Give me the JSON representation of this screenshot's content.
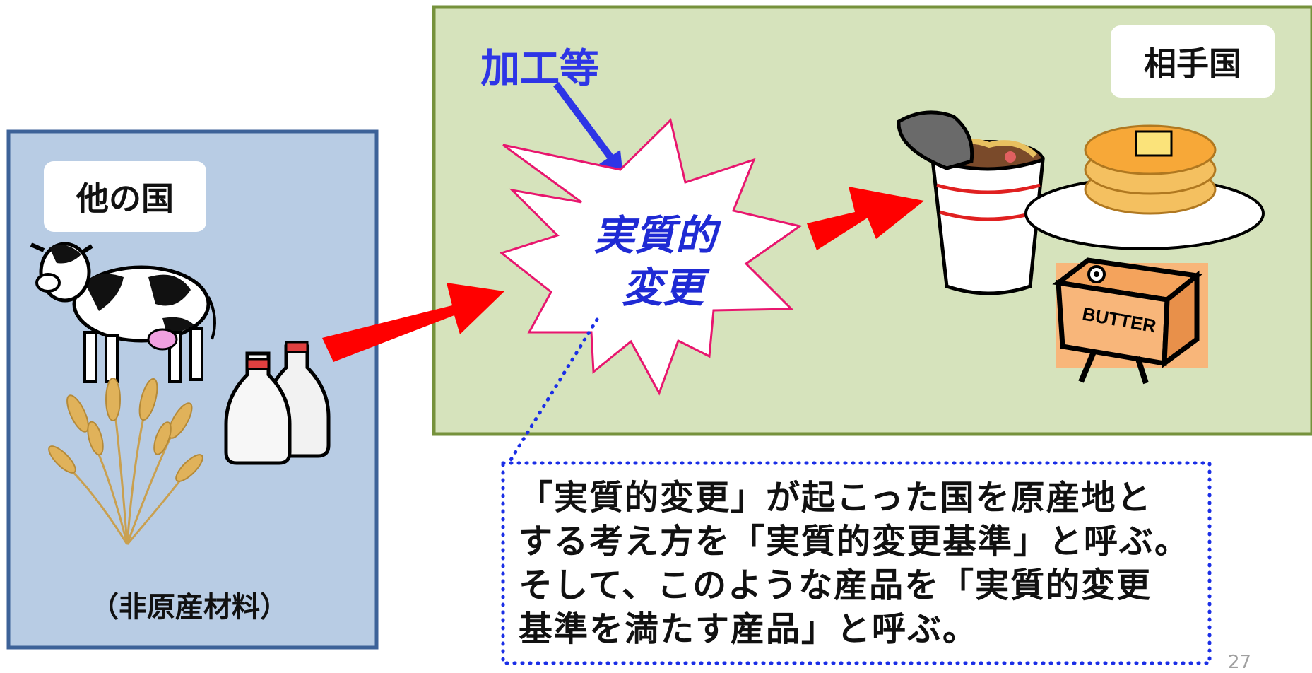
{
  "other_country": {
    "label": "他の国",
    "materials_note": "（非原産材料）"
  },
  "partner_country": {
    "label": "相手国"
  },
  "processing": {
    "label": "加工等"
  },
  "substantial_change": {
    "line1": "実質的",
    "line2": "変更"
  },
  "explanation": {
    "lines": [
      "「実質的変更」が起こった国を原産地と",
      "する考え方を「実質的変更基準」と呼ぶ。",
      "そして、このような産品を「実質的変更",
      "基準を満たす産品」と呼ぶ。"
    ]
  },
  "butter_label": "BUTTER",
  "page_number": "27",
  "colors": {
    "other_country_fill": "#b8cce4",
    "other_country_border": "#3d6298",
    "partner_fill": "#d6e3bc",
    "partner_border": "#76923c",
    "arrow_red": "#ff0000",
    "processing_blue": "#2e35e6",
    "starburst_border": "#e8166e",
    "dotted_blue": "#1a2ee6"
  },
  "icons": [
    "cow-icon",
    "wheat-icon",
    "milk-bottles-icon",
    "cup-noodle-icon",
    "pancakes-icon",
    "butter-box-icon"
  ]
}
